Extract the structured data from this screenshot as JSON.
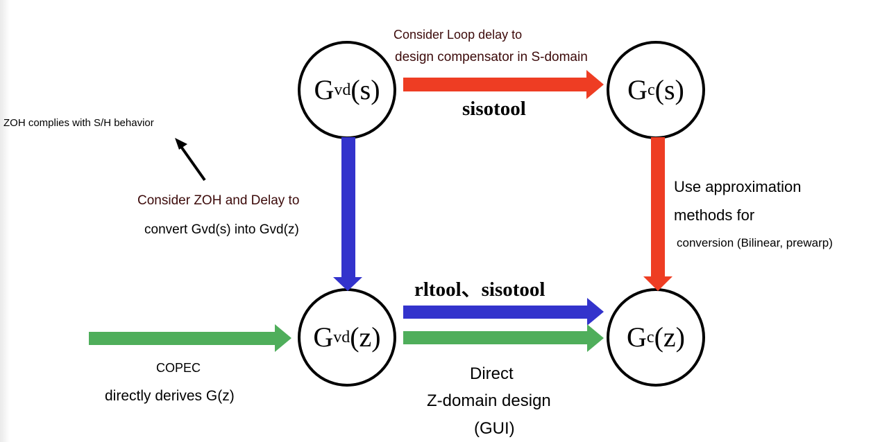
{
  "nodes": {
    "gvd_s": {
      "main": "G",
      "sub": "vd",
      "arg": "(s)"
    },
    "gc_s": {
      "main": "G",
      "sub": "c",
      "arg": "(s)"
    },
    "gvd_z": {
      "main": "G",
      "sub": "vd",
      "arg": "(z)"
    },
    "gc_z": {
      "main": "G",
      "sub": "c",
      "arg": "(z)"
    }
  },
  "labels": {
    "top_line1": "Consider Loop delay to",
    "top_line2": "design compensator in S-domain",
    "sisotool": "sisotool",
    "zoh_note": "ZOH complies with S/H behavior",
    "left_line1": "Consider ZOH and Delay to",
    "left_line2": "convert Gvd(s) into Gvd(z)",
    "right_line1": "Use approximation",
    "right_line2": "methods for",
    "right_line3": "conversion (Bilinear, prewarp)",
    "rltool_sisotool": "rltool、sisotool",
    "copec_line1": "COPEC",
    "copec_line2": "directly derives G(z)",
    "direct_line1": "Direct",
    "direct_line2": "Z-domain design",
    "direct_line3": "(GUI)"
  },
  "colors": {
    "red": "#ee3d23",
    "blue": "#3333cc",
    "green": "#4fae5b",
    "circle_stroke": "#000000"
  }
}
